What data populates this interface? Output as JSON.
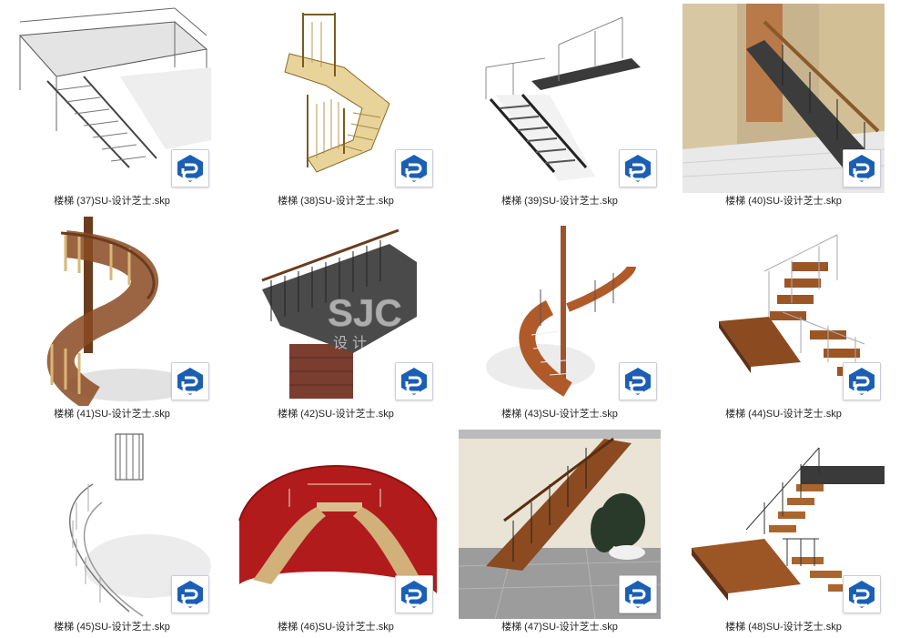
{
  "files": [
    {
      "name": "楼梯 (37)SU-设计芝士.skp",
      "preview_kind": "steel-grate-stair",
      "icon": "sketchup-icon"
    },
    {
      "name": "楼梯 (38)SU-设计芝士.skp",
      "preview_kind": "wood-u-stair",
      "icon": "sketchup-icon"
    },
    {
      "name": "楼梯 (39)SU-设计芝士.skp",
      "preview_kind": "black-steel-stair",
      "icon": "sketchup-icon"
    },
    {
      "name": "楼梯 (40)SU-设计芝士.skp",
      "preview_kind": "stone-wall-stair",
      "icon": "sketchup-icon"
    },
    {
      "name": "楼梯 (41)SU-设计芝士.skp",
      "preview_kind": "spiral-wood-stair",
      "icon": "sketchup-icon"
    },
    {
      "name": "楼梯 (42)SU-设计芝士.skp",
      "preview_kind": "brick-base-stair",
      "icon": "sketchup-icon"
    },
    {
      "name": "楼梯 (43)SU-设计芝士.skp",
      "preview_kind": "curved-pole-stair",
      "icon": "sketchup-icon"
    },
    {
      "name": "楼梯 (44)SU-设计芝士.skp",
      "preview_kind": "floating-wood-stair",
      "icon": "sketchup-icon"
    },
    {
      "name": "楼梯 (45)SU-设计芝士.skp",
      "preview_kind": "white-spiral-stair",
      "icon": "sketchup-icon"
    },
    {
      "name": "楼梯 (46)SU-设计芝士.skp",
      "preview_kind": "red-wall-double-stair",
      "icon": "sketchup-icon"
    },
    {
      "name": "楼梯 (47)SU-设计芝士.skp",
      "preview_kind": "interior-plant-stair",
      "icon": "sketchup-icon"
    },
    {
      "name": "楼梯 (48)SU-设计芝士.skp",
      "preview_kind": "platform-wood-stair",
      "icon": "sketchup-icon"
    }
  ],
  "watermark": {
    "text": "SJC",
    "subtext": "设 计"
  },
  "colors": {
    "sketchup_blue": "#1a5fb4",
    "caption": "#222222"
  }
}
